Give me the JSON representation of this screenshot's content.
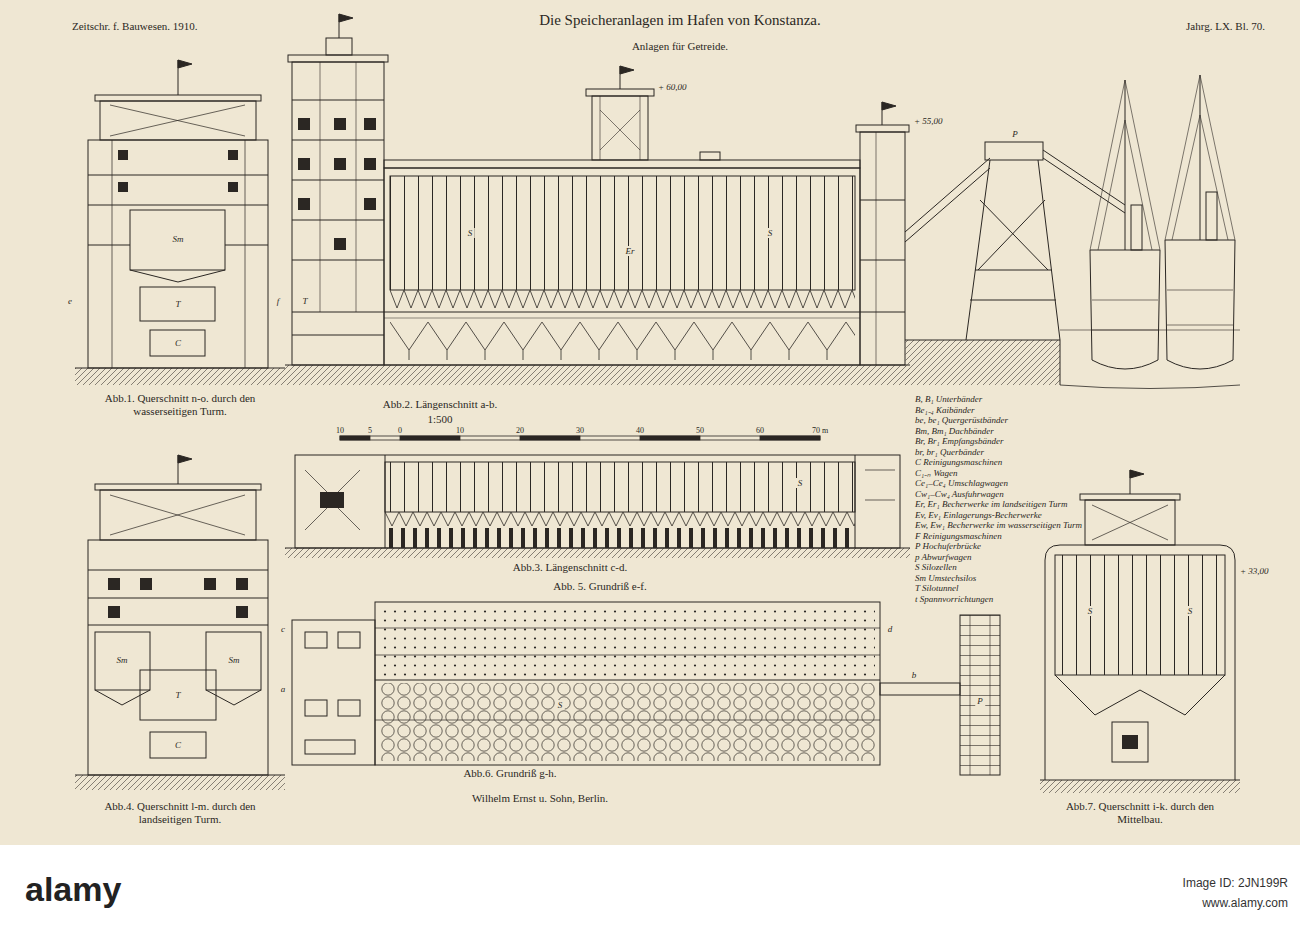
{
  "diagram": {
    "title": "Die Speicheranlagen im Hafen von Konstanza.",
    "nodes": [
      {
        "text": [
          "Abb.1. Querschnitt n-o. durch den wasserseitigen Turm."
        ]
      },
      {
        "text": [
          "Abb.2. Längenschnitt a-b."
        ]
      },
      {
        "text": [
          "Abb.3. Längenschnitt c-d."
        ]
      },
      {
        "text": [
          "Abb.4. Querschnitt l-m. durch den landseitigen Turm."
        ]
      },
      {
        "text": [
          "Abb. 5. Grundriß e-f."
        ]
      },
      {
        "text": [
          "Abb.6. Grundriß g-h."
        ]
      },
      {
        "text": [
          "Abb.7. Querschnitt i-k. durch den Mittelbau."
        ]
      }
    ],
    "labels": [
      "Zeitschr. f. Bauwesen. 1910.",
      "Anlagen für Getreide.",
      "Jahrg. LX. Bl. 70.",
      "1:500",
      "10",
      "5",
      "0",
      "10",
      "20",
      "30",
      "40",
      "50",
      "60",
      "70 m",
      "S",
      "S",
      "T",
      "Er",
      "P",
      "S",
      "S",
      "P",
      "Sm",
      "T",
      "C",
      "Sm",
      "Sm",
      "T",
      "C",
      "S",
      "S",
      "a",
      "b",
      "c",
      "d",
      "e",
      "f",
      "+ 55,00",
      "+ 60,00",
      "+ 33,00",
      "Wilhelm Ernst u. Sohn, Berlin.",
      "alamy",
      "Image ID: 2JN199R",
      "www.alamy.com"
    ],
    "legend": [
      {
        "text": "B, B₁ Unterbänder"
      },
      {
        "text": "Be₁₋₄ Kaibänder"
      },
      {
        "text": "be, be₁ Quergerüstbänder"
      },
      {
        "text": "Bm, Bm₁ Dachbänder"
      },
      {
        "text": "Br, Br₁ Empfangsbänder"
      },
      {
        "text": "br, br₁ Querbänder"
      },
      {
        "text": "C Reinigungsmaschinen"
      },
      {
        "text": "C₁₋ₙ Wagen"
      },
      {
        "text": "Ce₁–Ce₄ Umschlagwagen"
      },
      {
        "text": "Cw₁–Cw₄ Ausfuhrwagen"
      },
      {
        "text": "Er, Er₁ Becherwerke im landseitigen Turm"
      },
      {
        "text": "Ev, Ev₁ Einlagerungs-Becherwerke"
      },
      {
        "text": "Ew, Ew₁ Becherwerke im wasserseitigen Turm"
      },
      {
        "text": "F Reinigungsmaschinen"
      },
      {
        "text": "P Hochuferbrücke"
      },
      {
        "text": "p Abwurfwagen"
      },
      {
        "text": "S Silozellen"
      },
      {
        "text": "Sm Umstechsilos"
      },
      {
        "text": "T Silotunnel"
      },
      {
        "text": "t Spannvorrichtungen"
      }
    ]
  }
}
